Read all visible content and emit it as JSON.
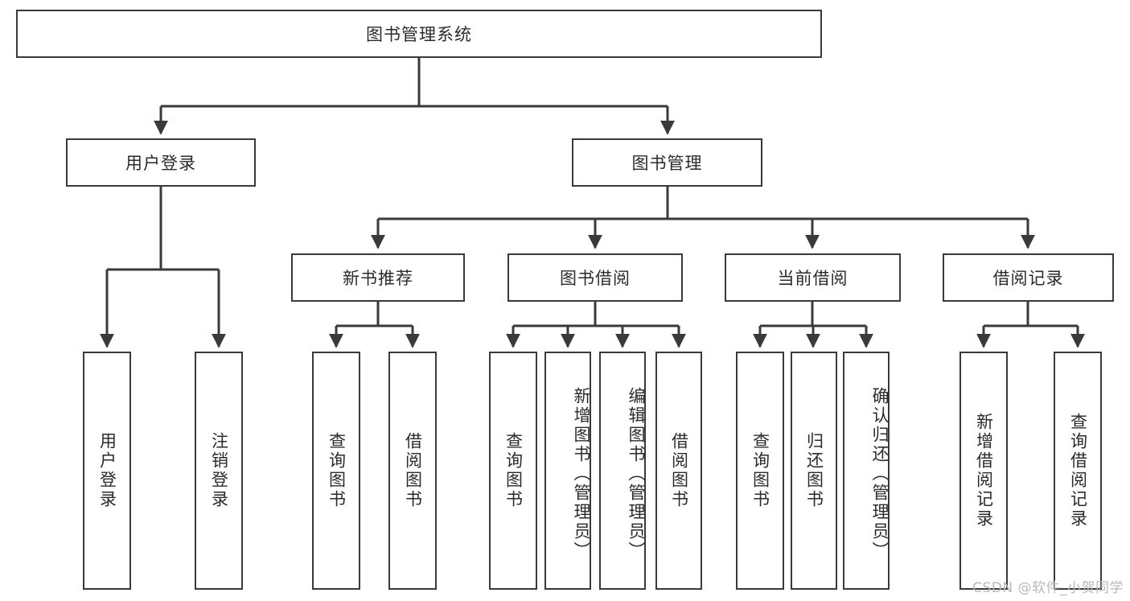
{
  "diagram": {
    "type": "hierarchy-tree",
    "title": "图书管理系统",
    "root": {
      "label": "图书管理系统"
    },
    "level1": [
      {
        "label": "用户登录"
      },
      {
        "label": "图书管理"
      }
    ],
    "level2": [
      {
        "label": "新书推荐"
      },
      {
        "label": "图书借阅"
      },
      {
        "label": "当前借阅"
      },
      {
        "label": "借阅记录"
      }
    ],
    "leaves": {
      "user_login": [
        {
          "label": "用户登录"
        },
        {
          "label": "注销登录"
        }
      ],
      "new_book": [
        {
          "label": "查询图书"
        },
        {
          "label": "借阅图书"
        }
      ],
      "book_borrow": [
        {
          "label": "查询图书"
        },
        {
          "label": "新增图书（管理员）"
        },
        {
          "label": "编辑图书（管理员）"
        },
        {
          "label": "借阅图书"
        }
      ],
      "current_borrow": [
        {
          "label": "查询图书"
        },
        {
          "label": "归还图书"
        },
        {
          "label": "确认归还（管理员）"
        }
      ],
      "borrow_record": [
        {
          "label": "新增借阅记录"
        },
        {
          "label": "查询借阅记录"
        }
      ]
    }
  },
  "watermark": {
    "text": "CSDN @软件_小贺同学"
  },
  "colors": {
    "stroke": "#3a3a3a",
    "fill": "#ffffff",
    "text": "#2b2b2b",
    "watermark": "#b9b9b9"
  }
}
